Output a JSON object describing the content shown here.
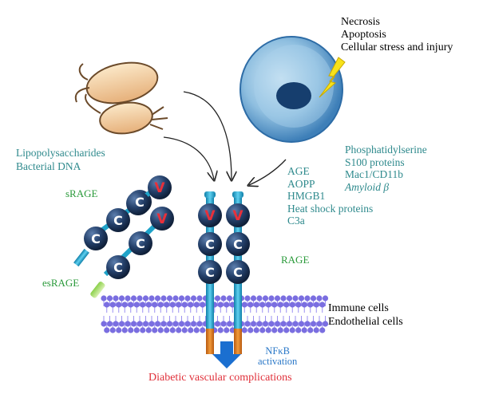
{
  "cell_labels": [
    "Necrosis",
    "Apoptosis",
    "Cellular stress and injury"
  ],
  "bacteria_labels": [
    "Lipopolysaccharides",
    "Bacterial DNA"
  ],
  "ligands_left": [
    "AGE",
    "AOPP",
    "HMGB1",
    "Heat shock proteins",
    "C3a"
  ],
  "ligands_right": [
    "Phosphatidylserine",
    "S100 proteins",
    "Mac1/CD11b",
    "Amyloid β"
  ],
  "receptors": {
    "srage": "sRAGE",
    "esrage": "esRAGE",
    "rage": "RAGE",
    "v_letter": "V",
    "c_letter": "C"
  },
  "membrane_labels": [
    "Immune cells",
    "Endothelial cells"
  ],
  "signaling": [
    "NFκB",
    "activation"
  ],
  "outcome": "Diabetic vascular complications",
  "colors": {
    "teal_text": "#2f8a8d",
    "green_text": "#2a9a3a",
    "red_text": "#e0303a",
    "domain_ball": "#1e3a5c",
    "stalk": "#1fa3c9",
    "membrane": "#7a6ee0",
    "arrow_blue": "#1b6fd0",
    "tail": "#e07a1a"
  }
}
